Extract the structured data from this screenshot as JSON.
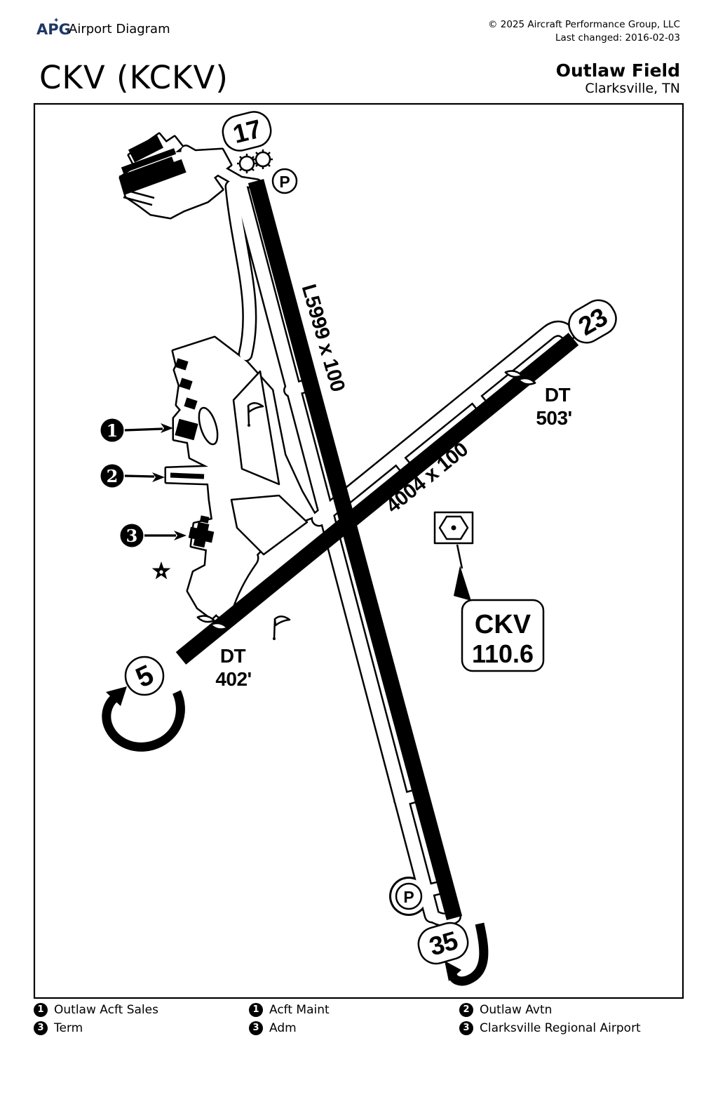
{
  "header": {
    "brand": "APG",
    "title": "Airport Diagram",
    "copyright": "© 2025 Aircraft Performance Group, LLC",
    "last_changed": "Last changed: 2016-02-03"
  },
  "airport": {
    "code": "CKV (KCKV)",
    "name": "Outlaw Field",
    "city": "Clarksville, TN"
  },
  "diagram": {
    "labels": {
      "rwy17": "17",
      "rwy35": "35",
      "rwy5": "5",
      "rwy23": "23",
      "rwy1735_dims": "L5999 x 100",
      "rwy523_dims": "4004 x 100",
      "dt23_line1": "DT",
      "dt23_line2": "503'",
      "dt5_line1": "DT",
      "dt5_line2": "402'",
      "parking": "P"
    },
    "navaid": {
      "id": "CKV",
      "freq": "110.6"
    },
    "markers": {
      "m1": "1",
      "m2": "2",
      "m3": "3"
    }
  },
  "legend": {
    "items": [
      {
        "num": "1",
        "label": "Outlaw Acft Sales"
      },
      {
        "num": "1",
        "label": "Acft Maint"
      },
      {
        "num": "2",
        "label": "Outlaw Avtn"
      },
      {
        "num": "3",
        "label": "Term"
      },
      {
        "num": "3",
        "label": "Adm"
      },
      {
        "num": "3",
        "label": "Clarksville Regional Airport"
      }
    ]
  },
  "colors": {
    "ink": "#000000",
    "paper": "#ffffff",
    "brand_navy": "#1f3864"
  }
}
